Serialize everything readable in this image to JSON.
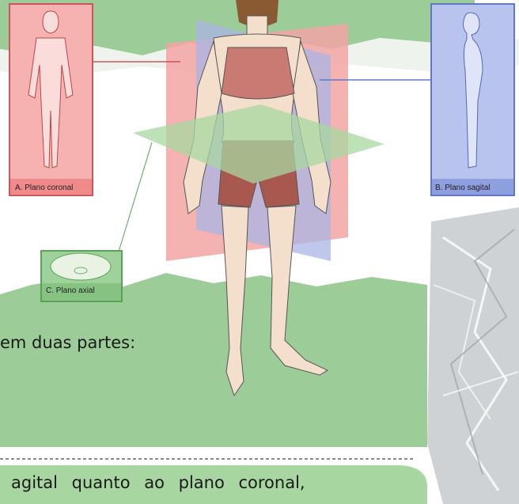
{
  "labels": {
    "coronal": "A. Plano coronal",
    "sagital": "B. Plano sagital",
    "axial": "C. Plano axial"
  },
  "text": {
    "line1": "em duas partes:",
    "line2": "agital quanto ao plano coronal,"
  },
  "colors": {
    "green_bg": "#9ccc97",
    "coronal_plane": "#f2a5a3",
    "sagital_plane": "#a9b6e6",
    "axial_plane": "#a8d8a0",
    "skin": "#f4dfcc",
    "top": "#c97a72",
    "shorts": "#a8584f"
  }
}
